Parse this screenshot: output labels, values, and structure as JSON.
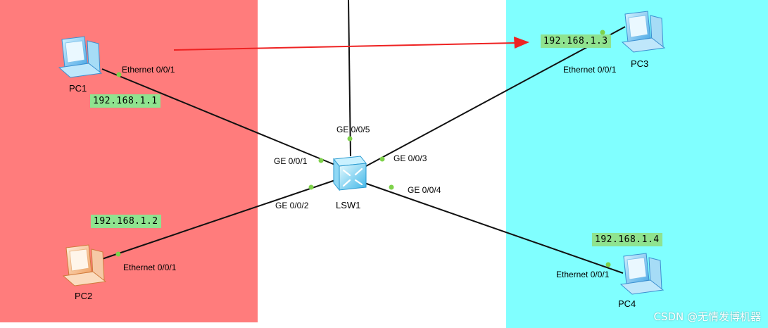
{
  "colors": {
    "left_region": "#ff7c7c",
    "right_region": "#80ffff",
    "link": "#111111",
    "port_dot": "#7ed24a",
    "arrow": "#ee2222",
    "ip_bg": "#8fe38f"
  },
  "switch": {
    "name": "LSW1",
    "icon": "switch-icon"
  },
  "pcs": [
    {
      "name": "PC1",
      "ip": "192.168.1.1",
      "port": "Ethernet 0/0/1",
      "switch_port": "GE 0/0/1",
      "icon": "pc-icon-blue"
    },
    {
      "name": "PC2",
      "ip": "192.168.1.2",
      "port": "Ethernet 0/0/1",
      "switch_port": "GE 0/0/2",
      "icon": "pc-icon-orange"
    },
    {
      "name": "PC3",
      "ip": "192.168.1.3",
      "port": "Ethernet 0/0/1",
      "switch_port": "GE 0/0/3",
      "icon": "pc-icon-blue"
    },
    {
      "name": "PC4",
      "ip": "192.168.1.4",
      "port": "Ethernet 0/0/1",
      "switch_port": "GE 0/0/4",
      "icon": "pc-icon-blue"
    }
  ],
  "uplink": {
    "switch_port": "GE 0/0/5"
  },
  "watermark": "CSDN @无情发博机器"
}
